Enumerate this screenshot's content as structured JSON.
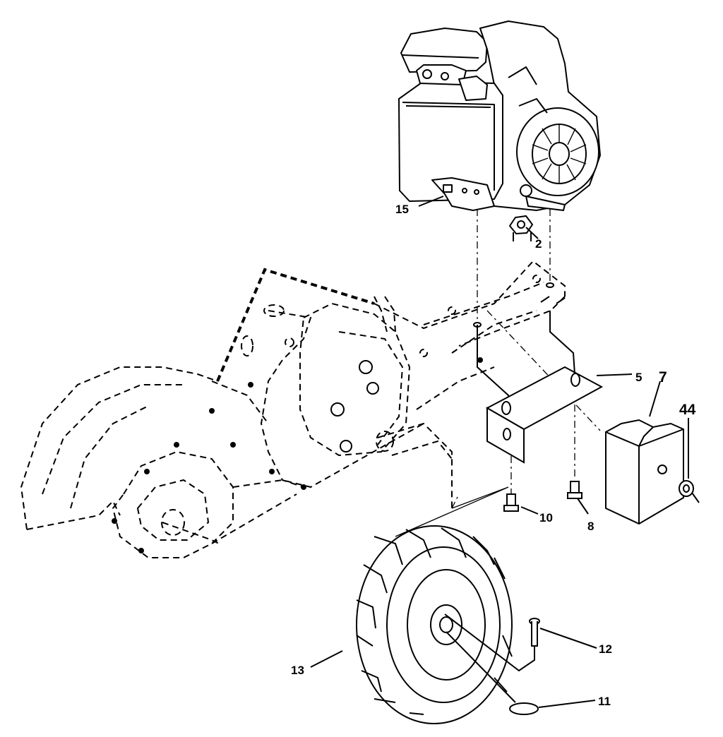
{
  "callouts": [
    {
      "id": "c15",
      "text": "15"
    },
    {
      "id": "c2",
      "text": "2"
    },
    {
      "id": "c5",
      "text": "5"
    },
    {
      "id": "c7",
      "text": "7"
    },
    {
      "id": "c44",
      "text": "44"
    },
    {
      "id": "c10",
      "text": "10"
    },
    {
      "id": "c8",
      "text": "8"
    },
    {
      "id": "c12",
      "text": "12"
    },
    {
      "id": "c13",
      "text": "13"
    },
    {
      "id": "c11",
      "text": "11"
    }
  ],
  "colors": {
    "ink": "#000000",
    "paper": "#ffffff"
  }
}
